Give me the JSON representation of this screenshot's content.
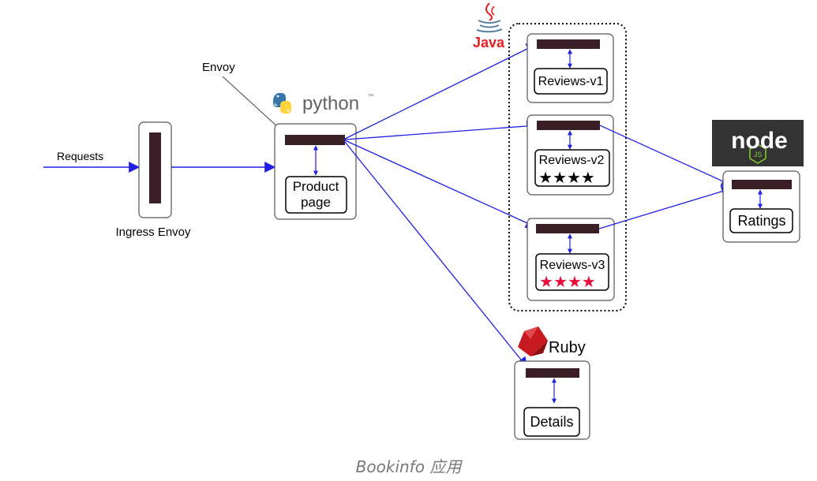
{
  "labels": {
    "requests": "Requests",
    "ingress": "Ingress Envoy",
    "envoy": "Envoy",
    "product_line1": "Product",
    "product_line2": "page",
    "reviews_v1": "Reviews-v1",
    "reviews_v2": "Reviews-v2",
    "reviews_v3": "Reviews-v3",
    "ratings": "Ratings",
    "details": "Details"
  },
  "logos": {
    "python": "python",
    "python_tm": "™",
    "java": "Java",
    "ruby": "Ruby",
    "node": "node",
    "node_js": "JS"
  },
  "stars": {
    "v2": "★★★★",
    "v3": "★★★★"
  },
  "caption": "Bookinfo 应用",
  "colors": {
    "arrow": "#1f1fe6",
    "proxy": "#3b1f27",
    "star_v3": "#e8103a",
    "java_red": "#e51e25",
    "ruby_red": "#c61920",
    "node_bg": "#333333",
    "node_green": "#83cd29"
  },
  "icons": [
    "python-logo-icon",
    "java-logo-icon",
    "ruby-logo-icon",
    "nodejs-logo-icon"
  ]
}
